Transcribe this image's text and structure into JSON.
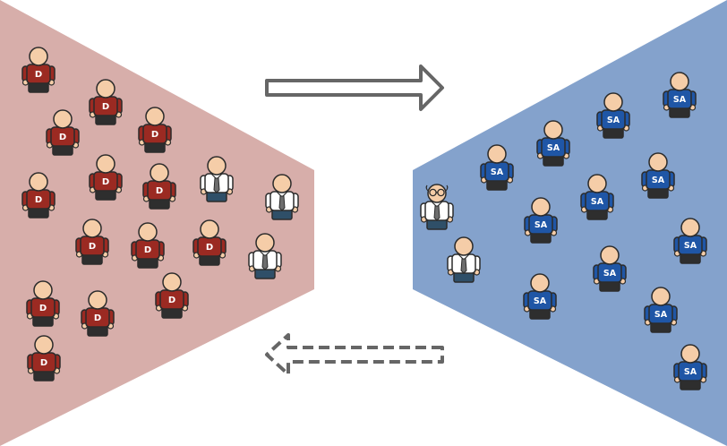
{
  "colors": {
    "left_region": "#d7aeaa",
    "right_region": "#84a2cc",
    "d_shirt": "#9b2a22",
    "sa_shirt": "#1f56a6",
    "white_shirt": "#ffffff",
    "skin": "#f5cda8",
    "outline": "#2b2b2b",
    "pants_dark": "#2e2e2e",
    "pants_blue": "#2f4f68",
    "tie": "#6d6d6d",
    "arrow": "#666666"
  },
  "labels": {
    "d": "D",
    "sa": "SA"
  },
  "icons": {
    "arrow_right": "solid-outline-arrow-right",
    "arrow_left": "dashed-outline-arrow-left",
    "person": "person-icon"
  }
}
